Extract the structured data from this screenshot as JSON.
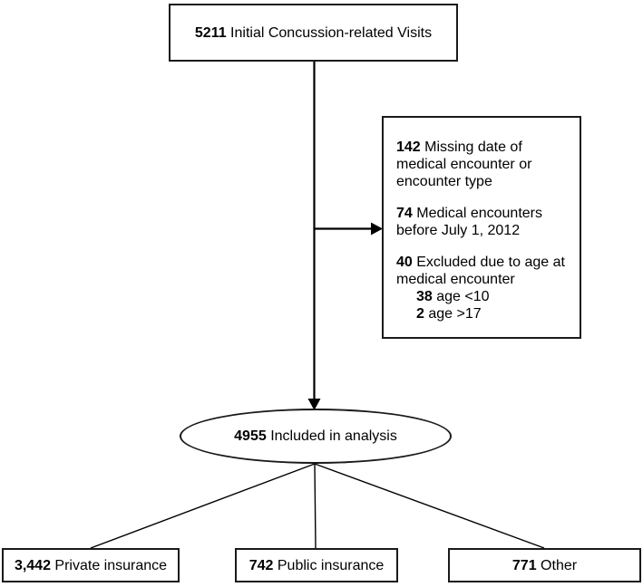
{
  "colors": {
    "background": "#ffffff",
    "line": "#000000",
    "border": "#1a1a1a"
  },
  "flowchart": {
    "top_box": {
      "number": "5211",
      "label": " Initial Concussion-related Visits"
    },
    "exclusion_box": {
      "group1": {
        "line1_bold": "142",
        "line1_text": " Missing date of",
        "line2_text": "medical encounter or",
        "line3_text": "encounter type"
      },
      "group2": {
        "line1_bold": "74",
        "line1_text": " Medical encounters",
        "line2_text": "before July 1, 2012"
      },
      "group3": {
        "line1_bold": "40",
        "line1_text": " Excluded due to age at",
        "line2_text": "medical encounter",
        "line3_bold": "38",
        "line3_text": " age <10",
        "line4_bold": "2",
        "line4_text": " age >17"
      }
    },
    "analysis_ellipse": {
      "number": "4955",
      "label": " Included in analysis"
    },
    "bottom_boxes": {
      "private": {
        "number": "3,442",
        "label": " Private insurance"
      },
      "public": {
        "number": "742",
        "label": " Public insurance"
      },
      "other": {
        "number": "771",
        "label": " Other"
      }
    }
  }
}
